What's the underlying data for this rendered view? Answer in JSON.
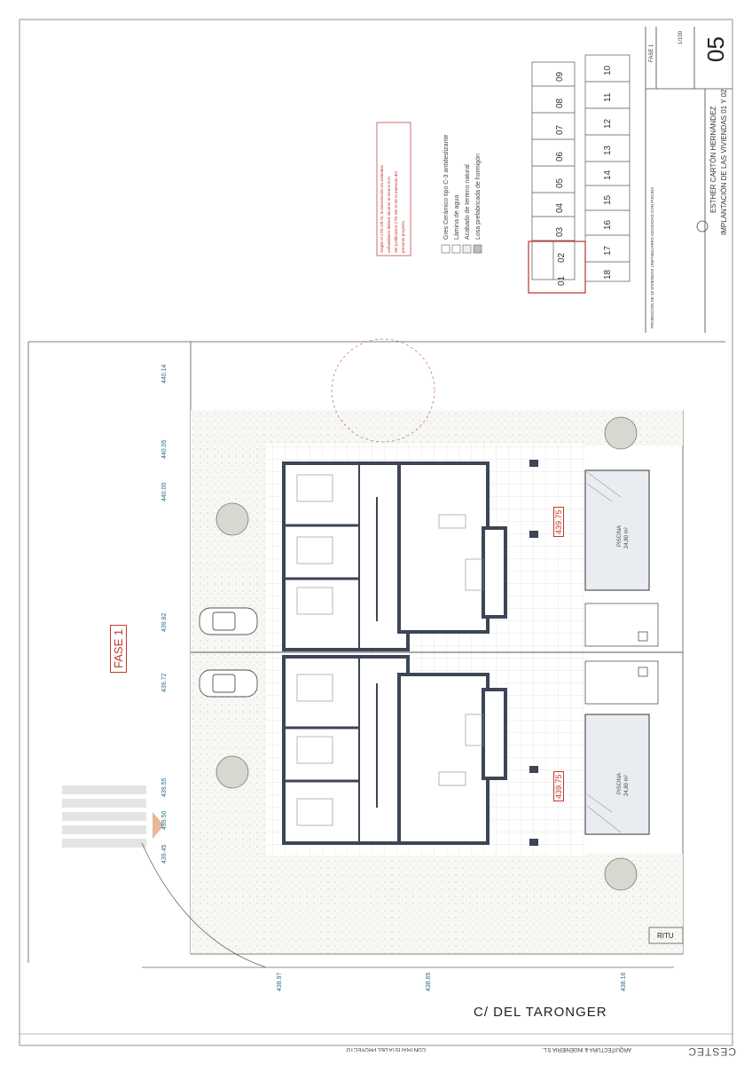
{
  "street": {
    "name": "C/ DEL TARONGER"
  },
  "phase": {
    "label": "FASE 1"
  },
  "ritu": {
    "label": "RITU"
  },
  "elevations": {
    "top_right": "440.14",
    "e1": "440.05",
    "e2": "440.00",
    "e3": "439.82",
    "e4": "439.72",
    "e5": "439.55",
    "e6": "439.50",
    "e7": "439.45",
    "bottom_left": "438.97",
    "bottom_mid": "438.65",
    "bottom_right": "438.16",
    "house_a": "439.75",
    "house_b": "439.75"
  },
  "pools": {
    "upper": {
      "title": "PISCINA",
      "area": "24,80 m²"
    },
    "lower": {
      "title": "PISCINA",
      "area": "24,80 m²"
    }
  },
  "legend": {
    "items": [
      "Gres Cerámico tipo C-3 antideslizante",
      "Lámina de agua",
      "Acabado de terreno natural",
      "Losa prefabricada de hormigón"
    ],
    "note": [
      "Según el CTE DB-SI, la intervención en viviendas",
      "unifamiliares deberá situarse al menos 8 m",
      "Ver justificación CTE DB-SI de la memoria del",
      "presente proyecto."
    ]
  },
  "site_plan": {
    "lots_top": [
      "09",
      "08",
      "07",
      "06",
      "05",
      "04",
      "03",
      "02",
      "01"
    ],
    "lots_bottom": [
      "10",
      "11",
      "12",
      "13",
      "14",
      "15",
      "16",
      "17",
      "18"
    ]
  },
  "title_block": {
    "number": "05",
    "phase": "FASE 1",
    "architect": "ESTHER CARTÓN HERNÁNDEZ",
    "subtitle": "IMPLANTACIÓN DE LAS VIVIENDAS 01 Y 02",
    "scale": "1/100",
    "promotion": "PROMOCIÓN DE 18 VIVIENDAS UNIFAMILIARES ADOSADAS CON PISCINA"
  },
  "footer": {
    "contractor": "CONTRATISTA DEL PROYECTO",
    "company": "ARQUITECTURA & INGENIERÍA S.L.",
    "logo": "CESTEC"
  }
}
